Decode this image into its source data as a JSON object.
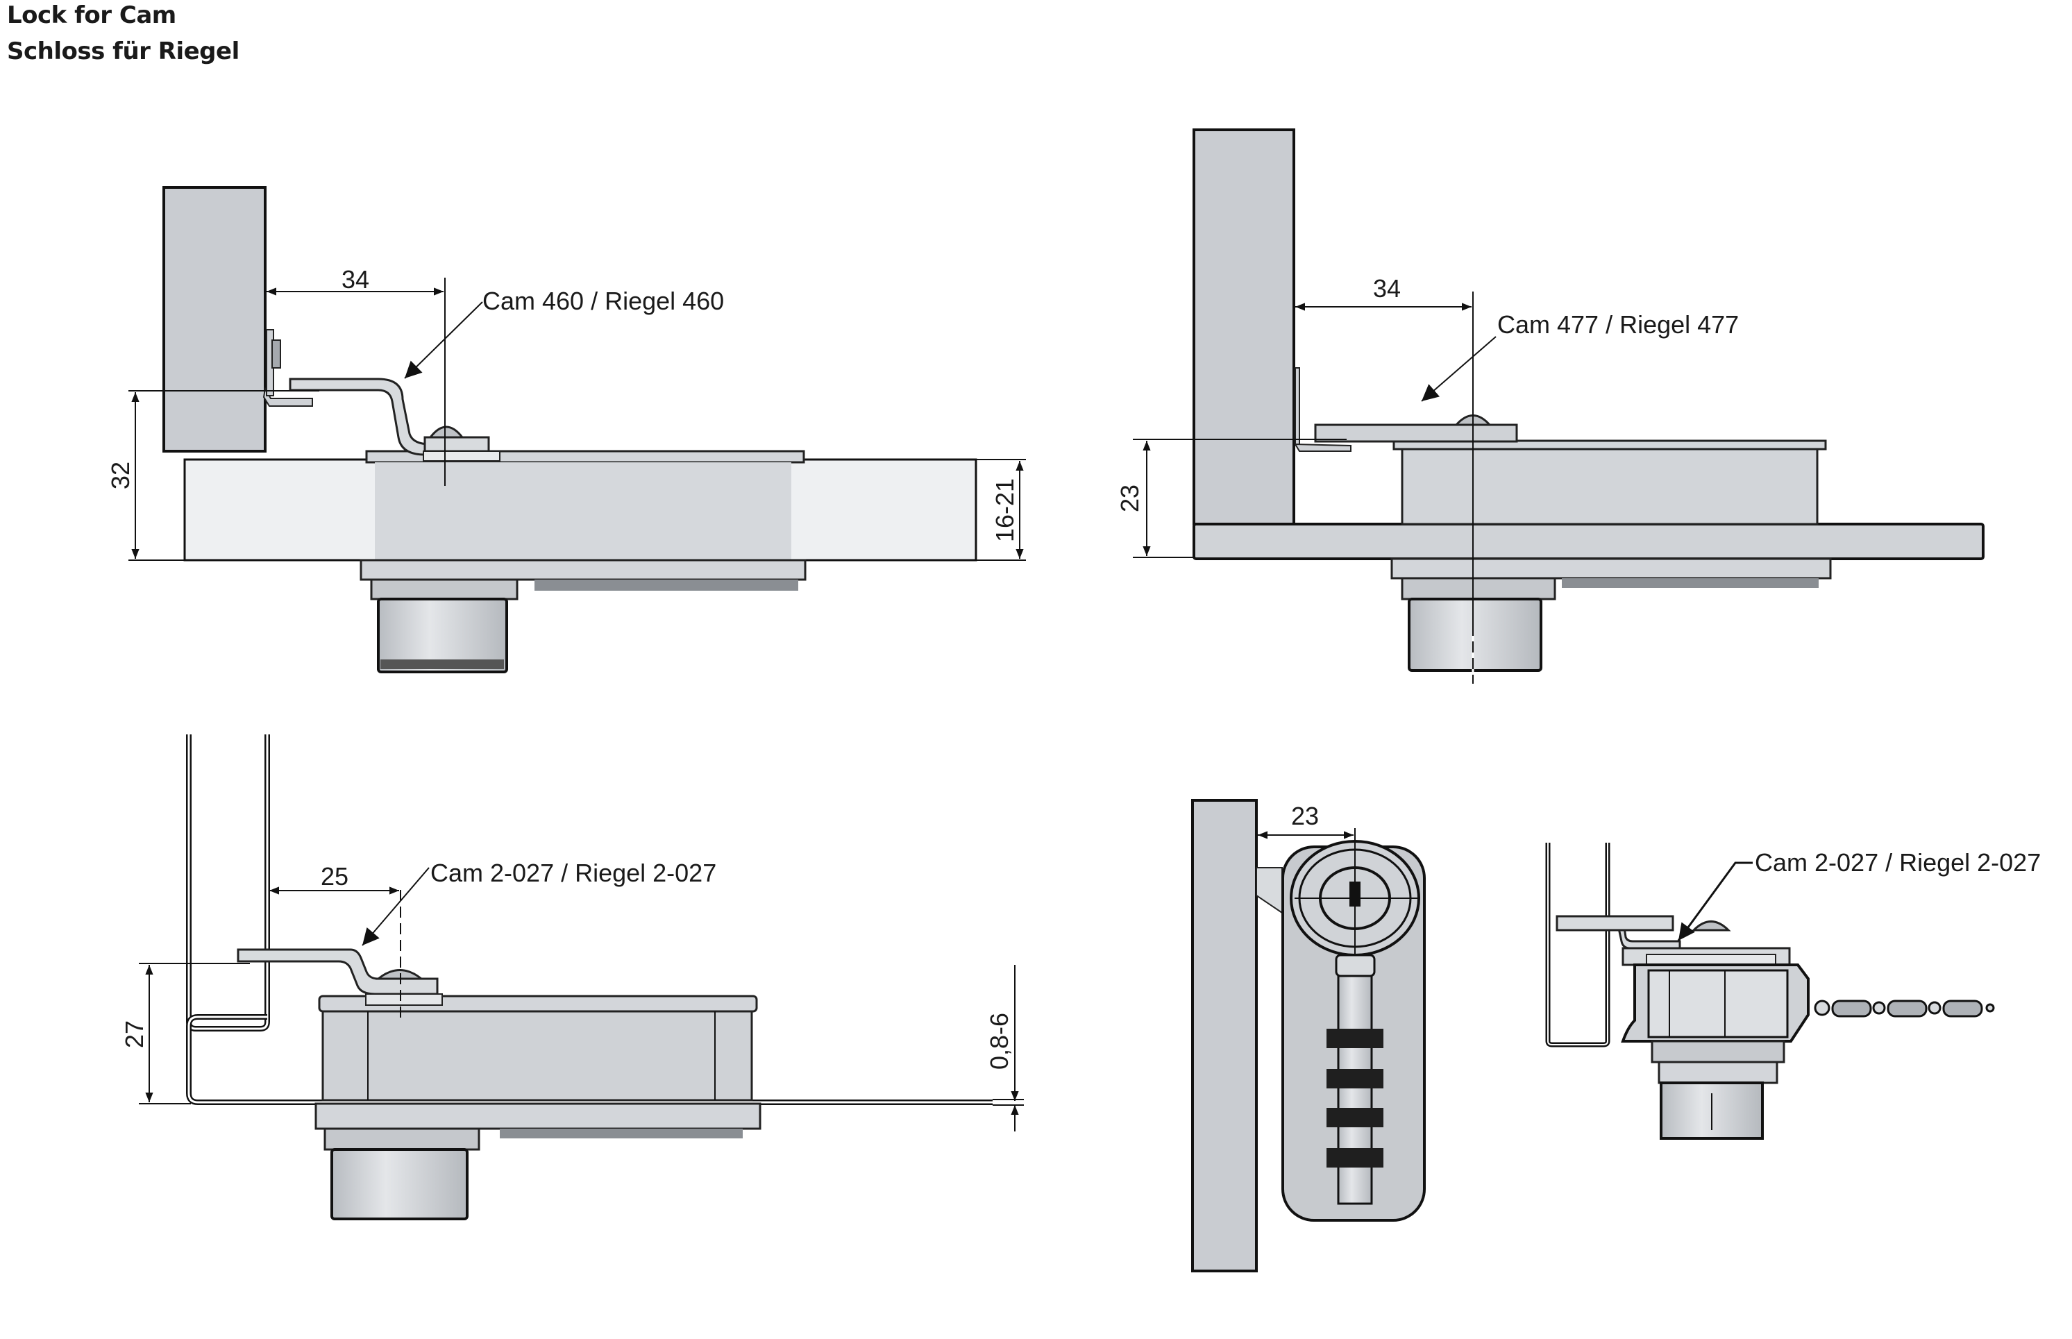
{
  "title": {
    "line1": "Lock for Cam",
    "line2": "Schloss für Riegel"
  },
  "figures": {
    "top_left": {
      "cam_label": "Cam 460 / Riegel 460",
      "dim_horizontal": "34",
      "dim_vertical": "32",
      "dim_panel": "16-21"
    },
    "top_right": {
      "cam_label": "Cam 477 / Riegel 477",
      "dim_horizontal": "34",
      "dim_vertical": "23"
    },
    "bottom_left": {
      "cam_label": "Cam 2-027 / Riegel 2-027",
      "dim_horizontal": "25",
      "dim_vertical": "27",
      "dim_panel": "0,8-6"
    },
    "bottom_front": {
      "dim_horizontal": "23"
    },
    "bottom_right": {
      "cam_label": "Cam 2-027 / Riegel 2-027"
    }
  },
  "colors": {
    "line": "#111111",
    "part_fill": "#d3d6da",
    "wall_fill": "#c9ccd1",
    "panel_fill": "#eef0f2"
  }
}
